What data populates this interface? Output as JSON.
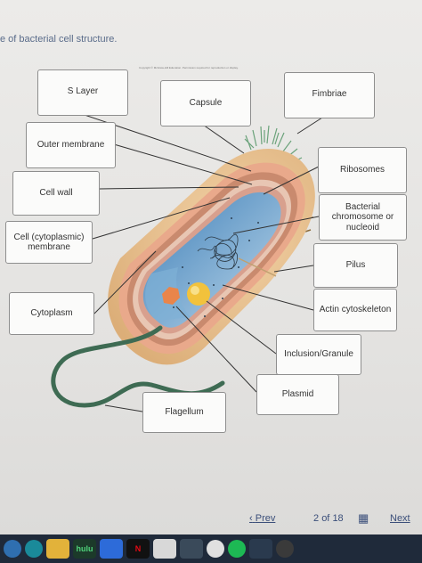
{
  "page": {
    "title": "e of bacterial cell structure.",
    "copyright": "Copyright © McGraw-Hill Education. Permission required for reproduction or display."
  },
  "labels": {
    "s_layer": "S Layer",
    "capsule": "Capsule",
    "fimbriae": "Fimbriae",
    "outer_membrane": "Outer membrane",
    "ribosomes": "Ribosomes",
    "cell_wall": "Cell wall",
    "bacterial_chromosome_line1": "Bacterial",
    "bacterial_chromosome_line2": "chromosome or",
    "bacterial_chromosome_line3": "nucleoid",
    "cell_membrane_line1": "Cell (cytoplasmic)",
    "cell_membrane_line2": "membrane",
    "pilus": "Pilus",
    "cytoplasm": "Cytoplasm",
    "actin_cytoskeleton": "Actin cytoskeleton",
    "inclusion_granule": "Inclusion/Granule",
    "plasmid": "Plasmid",
    "flagellum": "Flagellum"
  },
  "footer": {
    "prev_icon": "chevron-left-icon",
    "prev_label": "Prev",
    "page_current": "2",
    "page_of": "of",
    "page_total": "18",
    "grid_icon": "grid-icon",
    "next_label": "Next"
  },
  "taskbar": {
    "apps": [
      "hulu",
      "N"
    ]
  },
  "colors": {
    "accent": "#3b4f7a",
    "taskbar": "#1f2a3a"
  }
}
